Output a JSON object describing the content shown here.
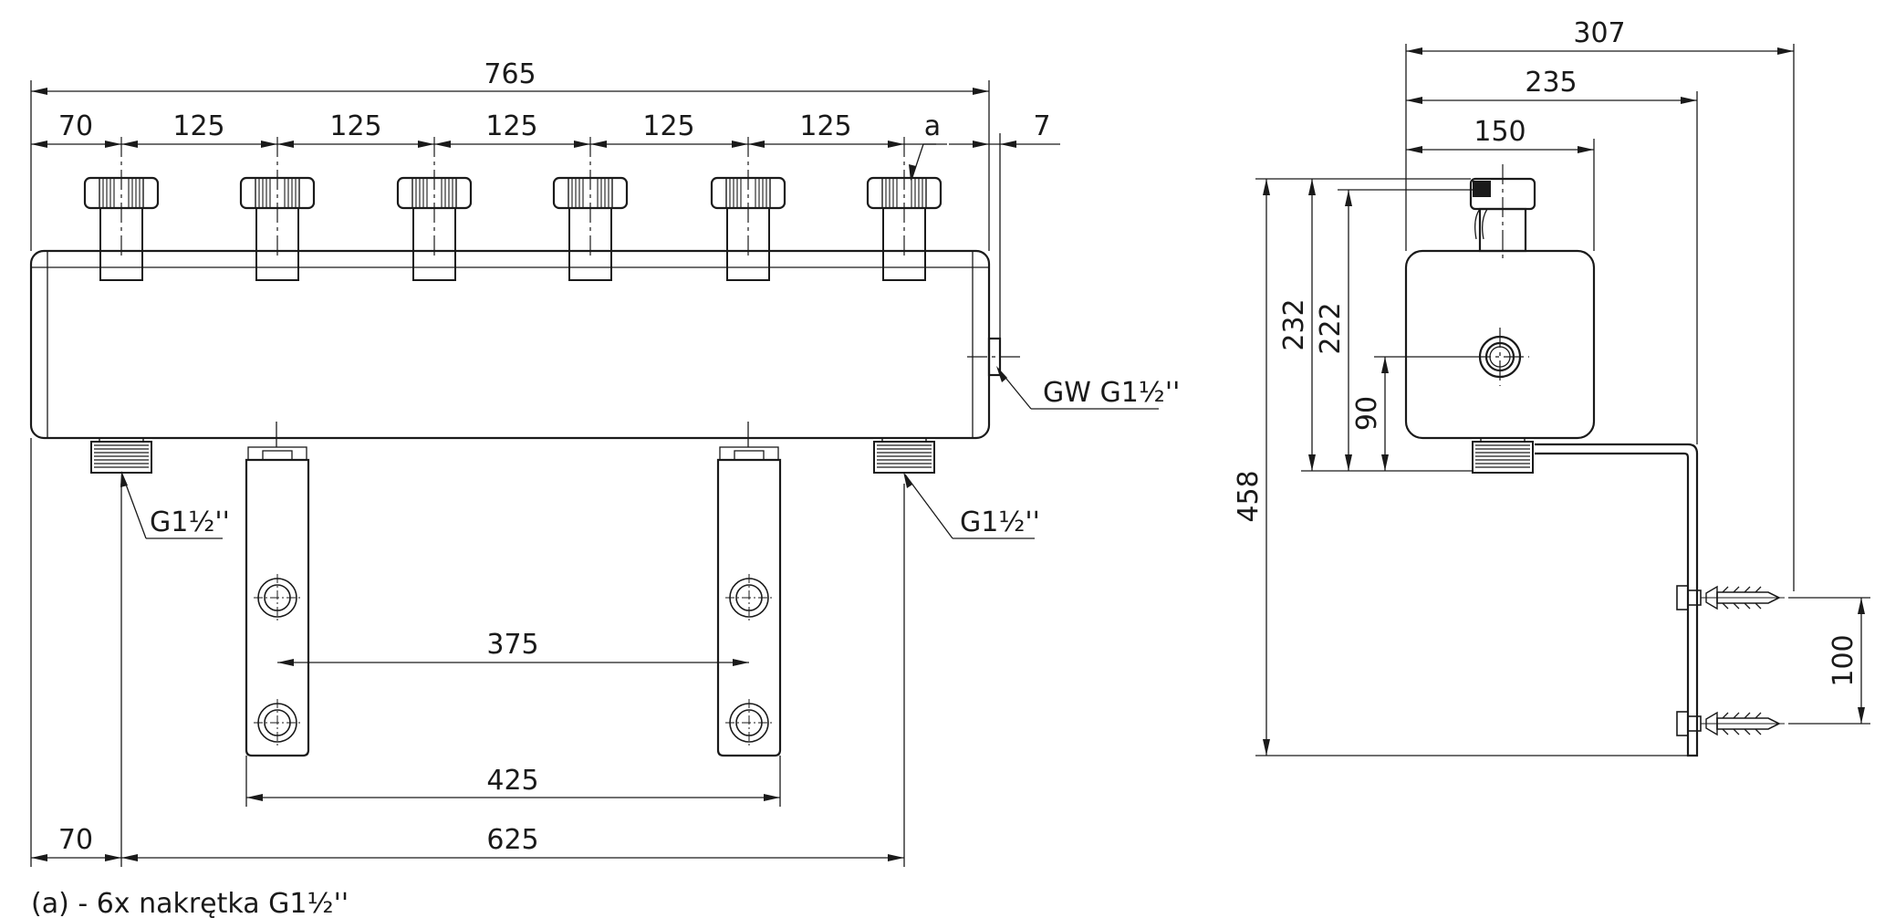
{
  "front_view": {
    "dimensions": {
      "overall_length": "765",
      "left_offset_top": "70",
      "spacing_1": "125",
      "spacing_2": "125",
      "spacing_3": "125",
      "spacing_4": "125",
      "spacing_5": "125",
      "right_offset": "7",
      "bracket_hole_spacing": "375",
      "bracket_outer_width": "425",
      "left_offset_bottom": "70",
      "bottom_port_spacing": "625"
    },
    "labels": {
      "nut_marker": "a",
      "side_port": "GW G1½''",
      "bottom_left_port": "G1½''",
      "bottom_right_port": "G1½''"
    }
  },
  "side_view": {
    "dimensions": {
      "depth_to_wall": "307",
      "depth_to_bracket": "235",
      "body_depth": "150",
      "height_to_nut": "232",
      "height_to_body_top": "222",
      "height_to_side_port": "90",
      "total_height": "458",
      "anchor_spacing": "100"
    }
  },
  "footnote": "(a) - 6x nakrętka G1½''"
}
